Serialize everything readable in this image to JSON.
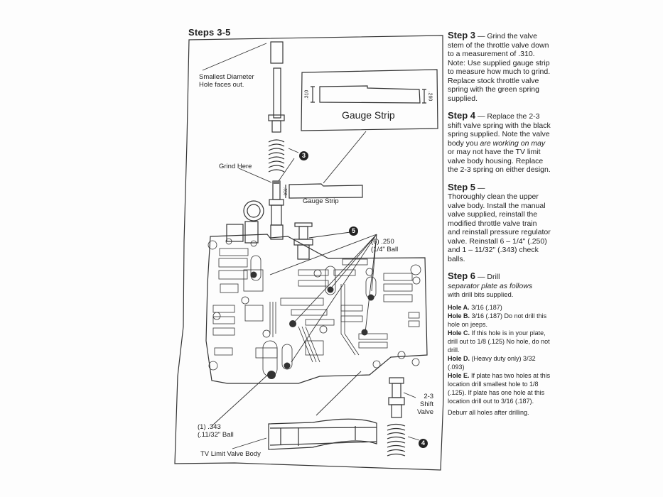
{
  "title": "Steps 3-5",
  "diagram": {
    "labels": {
      "smallest_hole": "Smallest Diameter Hole faces out.",
      "gauge_box_title": "Gauge Strip",
      "gauge_310": ".310",
      "gauge_260": ".260",
      "grind_here": "Grind Here",
      "gauge_strip": "Gauge Strip",
      "small_310": ".310",
      "balls_250": "(6) .250",
      "balls_250_sub": "(1/4\" Ball",
      "ball_343": "(1) .343",
      "ball_343_sub": "(.11/32\" Ball",
      "tv_limit": "TV Limit Valve Body",
      "shift_valve_1": "2-3",
      "shift_valve_2": "Shift",
      "shift_valve_3": "Valve"
    },
    "callouts": [
      "3",
      "5",
      "4"
    ]
  },
  "steps": [
    {
      "head": "Step 3",
      "body": "Grind the valve stem of the throttle valve down to a measurement of .310. Note: Use supplied gauge strip to measure how much to grind.  Replace stock throttle valve spring with the green spring supplied."
    },
    {
      "head": "Step 4",
      "body_a": "Replace the 2-3 shift valve spring with the black spring supplied. Note the valve body you ",
      "body_italic": "are working on may",
      "body_b": " or may not have the TV limit valve body housing. Replace the 2-3 spring on either design."
    },
    {
      "head": "Step 5",
      "body": "Thoroughly clean the upper valve body.  Install the manual valve supplied, reinstall the modified throttle valve train and reinstall pressure regulator valve. Reinstall 6 – 1/4\" (.250) and 1 – 11/32\" (.343) check balls."
    },
    {
      "head": "Step 6",
      "body_head": "Drill",
      "body_italic": "separator plate as follows",
      "body_b": "with drill bits supplied."
    }
  ],
  "holes": [
    {
      "name": "Hole A.",
      "text": "3/16 (.187)"
    },
    {
      "name": "Hole B.",
      "text": "3/16 (.187) Do not drill this hole on jeeps."
    },
    {
      "name": "Hole C.",
      "text": "If this hole is in your plate, drill out to 1/8 (.125) No hole, do not drill."
    },
    {
      "name": "Hole D.",
      "text": "(Heavy duty only) 3/32 (.093)"
    },
    {
      "name": "Hole E.",
      "text": "If plate has two holes at this location drill smallest hole to 1/8 (.125).  If plate has one hole at this location drill out to 3/16 (.187)."
    }
  ],
  "deburr": "Deburr all holes after drilling."
}
